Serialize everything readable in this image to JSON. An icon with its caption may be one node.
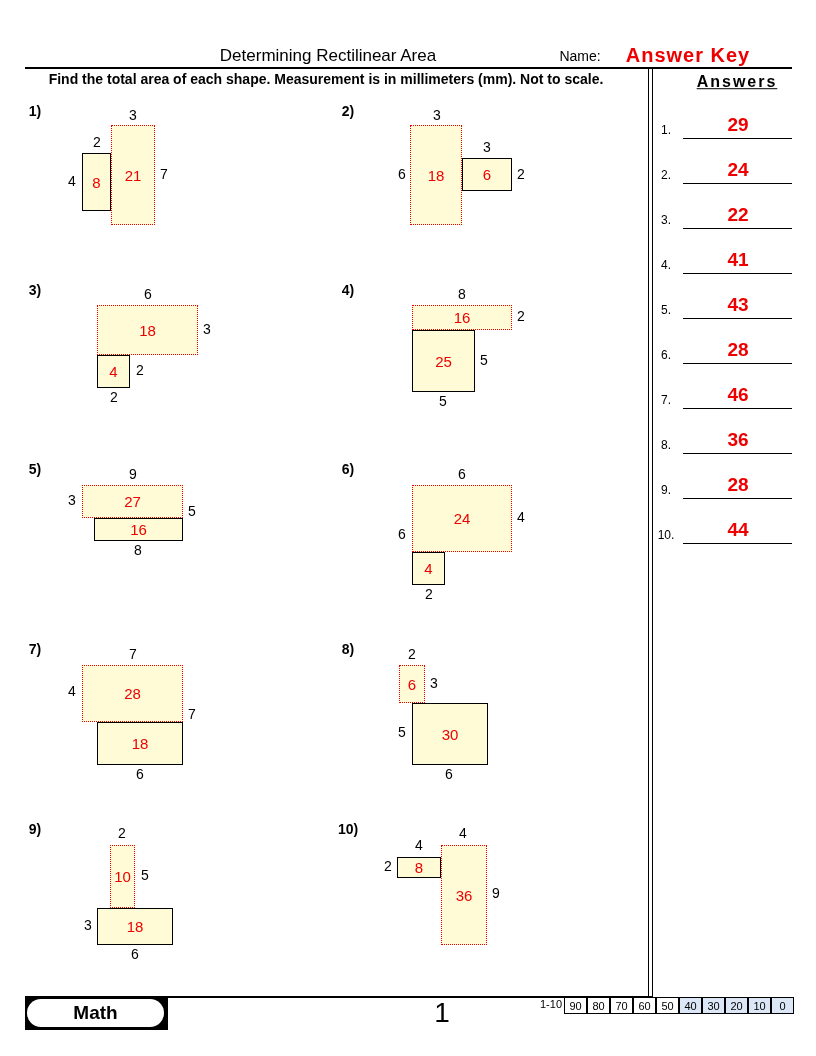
{
  "diagram": {
    "title": "Determining Rectilinear Area",
    "nodes": [
      {
        "text": [
          "8"
        ]
      },
      {
        "text": [
          "21"
        ]
      },
      {
        "text": [
          "18"
        ]
      },
      {
        "text": [
          "6"
        ]
      },
      {
        "text": [
          "18"
        ]
      },
      {
        "text": [
          "4"
        ]
      },
      {
        "text": [
          "16"
        ]
      },
      {
        "text": [
          "25"
        ]
      },
      {
        "text": [
          "27"
        ]
      },
      {
        "text": [
          "16"
        ]
      },
      {
        "text": [
          "24"
        ]
      },
      {
        "text": [
          "4"
        ]
      },
      {
        "text": [
          "28"
        ]
      },
      {
        "text": [
          "18"
        ]
      },
      {
        "text": [
          "6"
        ]
      },
      {
        "text": [
          "30"
        ]
      },
      {
        "text": [
          "10"
        ]
      },
      {
        "text": [
          "18"
        ]
      },
      {
        "text": [
          "8"
        ]
      },
      {
        "text": [
          "36"
        ]
      },
      {
        "text": [
          "Math"
        ]
      }
    ],
    "edges": [],
    "labels": [
      "Name:",
      "Answer Key",
      "Find the total area of each shape. Measurement is in millimeters (mm). Not to scale.",
      "Answers",
      "1)",
      "3",
      "2",
      "4",
      "7",
      "2)",
      "3",
      "3",
      "6",
      "2",
      "3)",
      "6",
      "3",
      "2",
      "2",
      "4)",
      "8",
      "2",
      "5",
      "5",
      "5)",
      "9",
      "3",
      "5",
      "8",
      "6)",
      "6",
      "4",
      "6",
      "2",
      "7)",
      "7",
      "4",
      "7",
      "6",
      "8)",
      "2",
      "3",
      "5",
      "6",
      "9)",
      "2",
      "5",
      "3",
      "6",
      "10)",
      "4",
      "4",
      "2",
      "9",
      "1.",
      "29",
      "2.",
      "24",
      "3.",
      "22",
      "4.",
      "41",
      "5.",
      "43",
      "6.",
      "28",
      "7.",
      "46",
      "8.",
      "36",
      "9.",
      "28",
      "10.",
      "44",
      "1",
      "1-10",
      "90",
      "80",
      "70",
      "60",
      "50",
      "40",
      "30",
      "20",
      "10",
      "0"
    ]
  }
}
